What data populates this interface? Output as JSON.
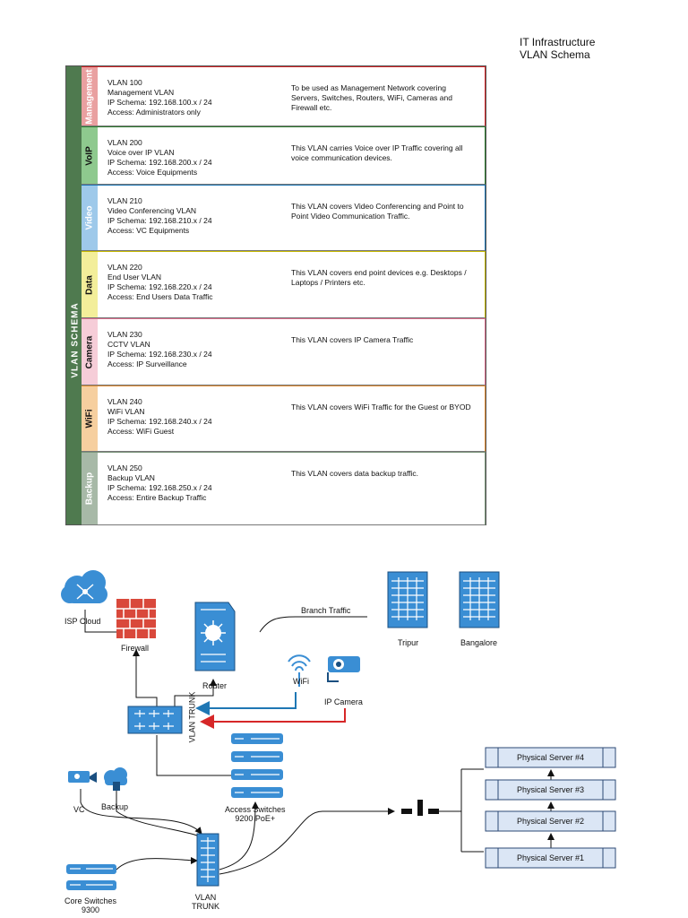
{
  "title": {
    "line1": "IT Infrastructure",
    "line2": "VLAN Schema"
  },
  "schema_label": "VLAN SCHEMA",
  "vlans": [
    {
      "tag": "Management",
      "color": "#d62728",
      "bg": "#e9a0a0",
      "id": "VLAN 100",
      "name": "Management VLAN",
      "ip": "IP Schema: 192.168.100.x / 24",
      "access": "Access: Administrators only",
      "desc": "To be used as Management Network covering Servers, Switches, Routers, WiFi, Cameras and Firewall etc."
    },
    {
      "tag": "VoIP",
      "color": "#2e7d32",
      "bg": "#8ec98e",
      "id": "VLAN 200",
      "name": "Voice over IP VLAN",
      "ip": "IP Schema: 192.168.200.x / 24",
      "access": "Access: Voice Equipments",
      "desc": "This VLAN carries Voice over IP Traffic covering all voice communication devices."
    },
    {
      "tag": "Video",
      "color": "#1f77b4",
      "bg": "#9ec9ea",
      "id": "VLAN 210",
      "name": "Video Conferencing VLAN",
      "ip": "IP Schema: 192.168.210.x / 24",
      "access": "Access: VC Equipments",
      "desc": "This VLAN covers Video Conferencing and Point to Point Video Communication Traffic."
    },
    {
      "tag": "Data",
      "color": "#c5b800",
      "bg": "#f3ee9a",
      "id": "VLAN 220",
      "name": "End User VLAN",
      "ip": "IP Schema: 192.168.220.x / 24",
      "access": "Access: End Users Data Traffic",
      "desc": "This VLAN covers end point devices e.g. Desktops / Laptops / Printers etc."
    },
    {
      "tag": "Camera",
      "color": "#d86a8a",
      "bg": "#f6cdd8",
      "id": "VLAN 230",
      "name": "CCTV VLAN",
      "ip": "IP Schema: 192.168.230.x / 24",
      "access": "Access: IP Surveillance",
      "desc": "This VLAN covers IP Camera Traffic"
    },
    {
      "tag": "WiFi",
      "color": "#e08a2e",
      "bg": "#f6cf9f",
      "id": "VLAN 240",
      "name": "WiFi VLAN",
      "ip": "IP Schema: 192.168.240.x / 24",
      "access": "Access: WiFi Guest",
      "desc": "This VLAN covers WiFi Traffic for the Guest or BYOD"
    },
    {
      "tag": "Backup",
      "color": "#7a957a",
      "bg": "#a7b9a7",
      "id": "VLAN 250",
      "name": "Backup VLAN",
      "ip": "IP Schema: 192.168.250.x / 24",
      "access": "Access: Entire Backup Traffic",
      "desc": "This VLAN covers data backup traffic."
    }
  ],
  "network": {
    "isp_cloud": "ISP Cloud",
    "firewall": "Firewall",
    "router": "Router",
    "branch_traffic": "Branch Traffic",
    "tripur": "Tripur",
    "bangalore": "Bangalore",
    "wifi": "WiFi",
    "ip_camera": "IP Camera",
    "vlan_trunk_vertical": "VLAN TRUNK",
    "vc": "VC",
    "backup": "Backup",
    "access_switches_1": "Access Switches",
    "access_switches_2": "9200 PoE+",
    "core_switches_1": "Core Switches",
    "core_switches_2": "9300",
    "vlan_trunk_bottom_1": "VLAN",
    "vlan_trunk_bottom_2": "TRUNK",
    "servers": [
      "Physical Server #4",
      "Physical Server #3",
      "Physical Server #2",
      "Physical Server #1"
    ]
  },
  "colors": {
    "device_blue": "#3a8ed4",
    "device_dark": "#1a4f80",
    "firewall_red": "#d9483b",
    "arrow_blue": "#1f77b4",
    "arrow_red": "#d62728",
    "server_fill": "#dbe6f5"
  }
}
